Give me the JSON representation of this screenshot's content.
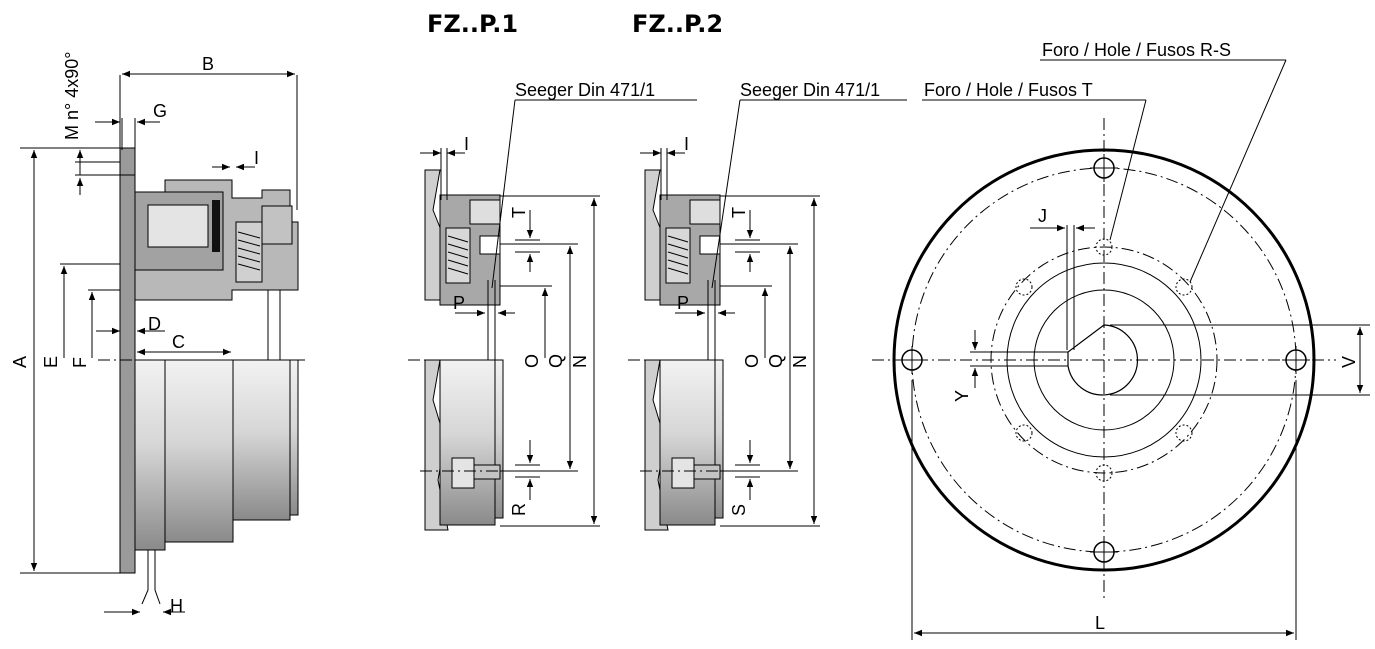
{
  "titles": {
    "variant_1": "FZ..P.1",
    "variant_2": "FZ..P.2"
  },
  "callouts": {
    "seeger_1": "Seeger Din 471/1",
    "seeger_2": "Seeger Din 471/1",
    "hole_t": "Foro / Hole / Fusos  T",
    "hole_rs": "Foro / Hole / Fusos  R-S",
    "chamfer": "M n° 4x90°"
  },
  "dimensions": {
    "A": "A",
    "B": "B",
    "C": "C",
    "D": "D",
    "E": "E",
    "F": "F",
    "G": "G",
    "H": "H",
    "I": "I",
    "J": "J",
    "L": "L",
    "N": "N",
    "O": "O",
    "P": "P",
    "Q": "Q",
    "R": "R",
    "S": "S",
    "T": "T",
    "V": "V",
    "Y": "Y"
  },
  "colors": {
    "housing_dark": "#8c8c8c",
    "housing_mid": "#a9a9a9",
    "body_light": "#d2d2d2",
    "line": "#000000"
  }
}
